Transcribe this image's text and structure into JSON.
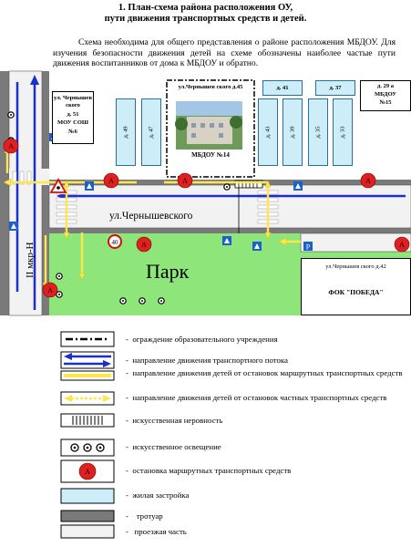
{
  "header": {
    "title_line1": "1. План-схема района расположения ОУ,",
    "title_line2": "пути движения транспортных средств и детей.",
    "intro": "Схема необходима для общего представления о районе расположения МБДОУ. Для изучения безопасности движения детей на схеме обозначены наиболее частые пути движения воспитанников от дома к МБДОУ и обратно."
  },
  "map": {
    "school_label_1": "ул. Чернышев ского",
    "school_label_2": "д. 51",
    "school_label_3": "МОУ СОШ",
    "school_label_4": "№6",
    "kinder_top_label_1": "ул.Чернышев ского",
    "kinder_top_label_2": "д.45",
    "kinder_name": "МБДОУ №14",
    "mbdou15_1": "д. 29 а",
    "mbdou15_2": "МБДОУ",
    "mbdou15_3": "№15",
    "house_41": "д. 41",
    "house_37": "д. 37",
    "house_49": "д. 49",
    "house_47": "д. 47",
    "house_43": "д. 43",
    "house_39": "д. 39",
    "house_35": "д. 35",
    "house_33": "д. 33",
    "street_label": "ул.Чернышевского",
    "mkr_label": "II мкр-Н",
    "park_label": "Парк",
    "fok_address": "ул.Чернышев ского д.42",
    "fok_name": "ФОК \"ПОБЕДА\"",
    "stop_letter": "А",
    "speed_limit": "40",
    "parking_letter": "P"
  },
  "legend": {
    "items": [
      "ограждение образовательного учреждения",
      "направление движения транспортного потока",
      "направление движения детей от остановок маршрутных транспортных средств",
      "направление движения детей от остановок частных транспортных средств",
      "искусственная неровность",
      "искусственное освещение",
      "остановка маршрутных транспортных средств",
      "жилая застройка",
      "тротуар",
      "проезжая часть"
    ],
    "dash": "-",
    "stop_letter": "А"
  },
  "colors": {
    "park": "#8ee67a",
    "road": "#f2f2f2",
    "sidewalk": "#7a7a7a",
    "building": "#cdeef8",
    "traffic": "#1b2fc9",
    "children": "#ffe64d",
    "stop": "#e02020"
  }
}
